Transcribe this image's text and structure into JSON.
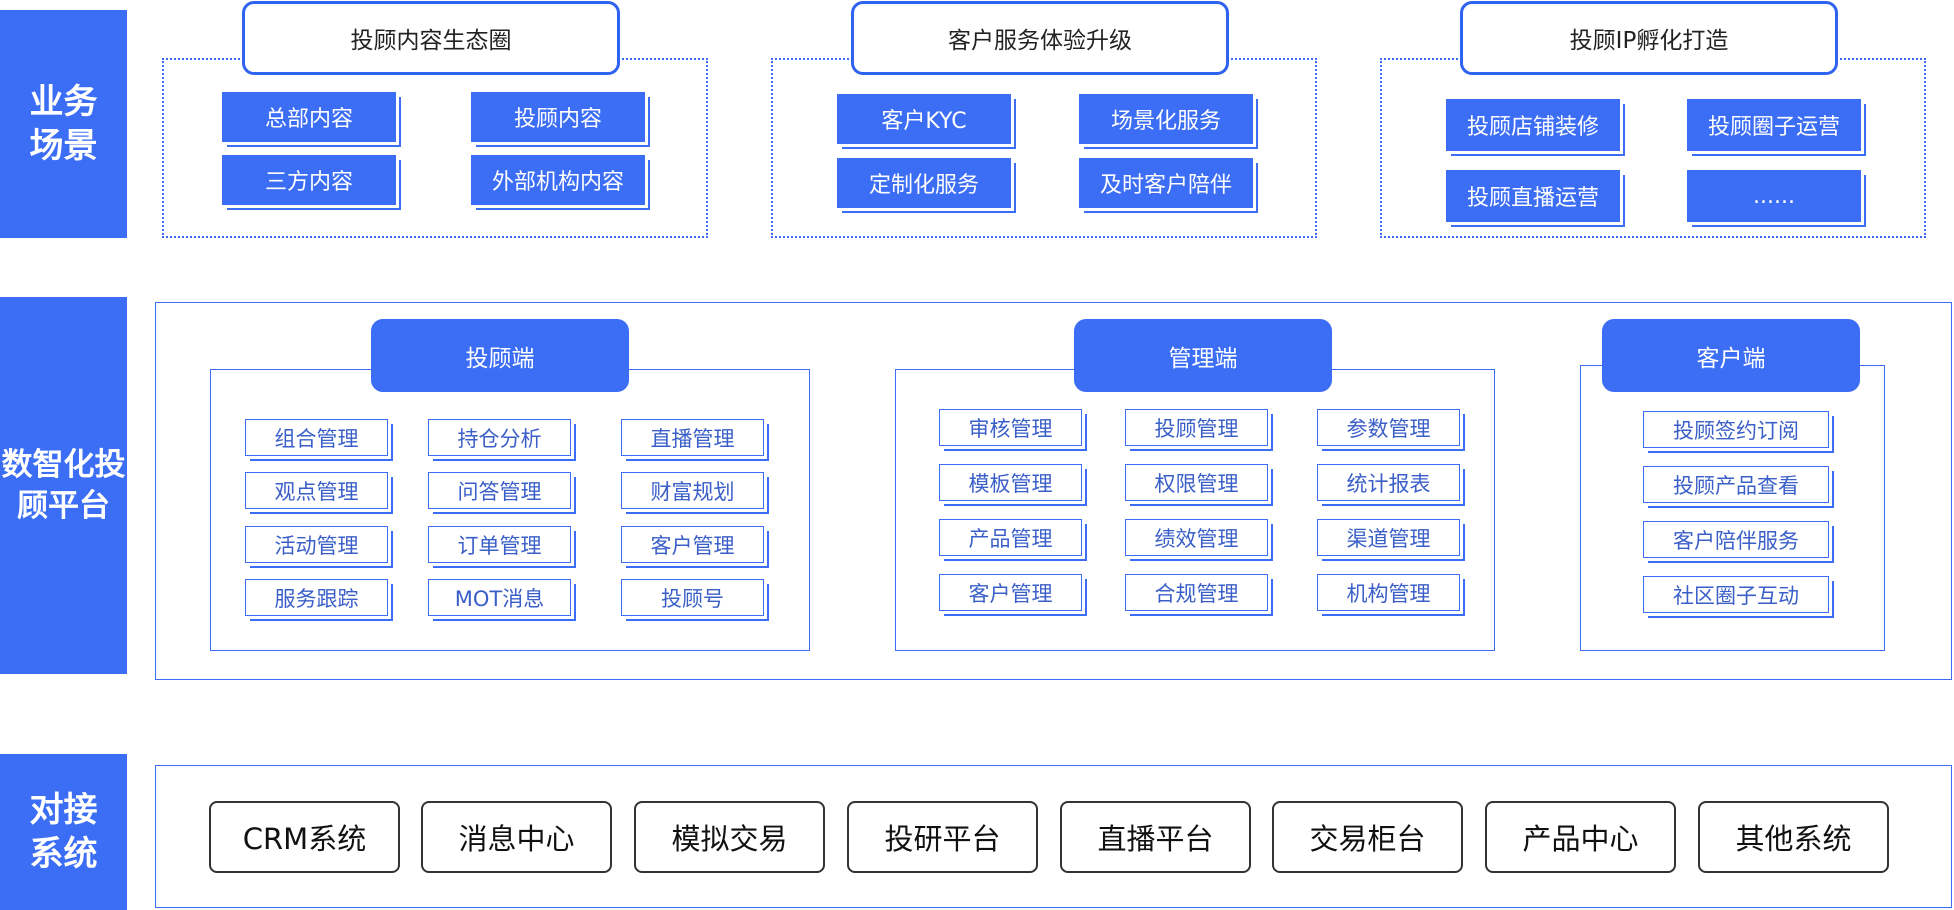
{
  "row_labels": {
    "business": "业务\n场景",
    "platform": "数智化投\n顾平台",
    "integration": "对接\n系统"
  },
  "scenarios": [
    {
      "title": "投顾内容生态圈",
      "items": [
        "总部内容",
        "投顾内容",
        "三方内容",
        "外部机构内容"
      ]
    },
    {
      "title": "客户服务体验升级",
      "items": [
        "客户KYC",
        "场景化服务",
        "定制化服务",
        "及时客户陪伴"
      ]
    },
    {
      "title": "投顾IP孵化打造",
      "items": [
        "投顾店铺装修",
        "投顾圈子运营",
        "投顾直播运营",
        "......"
      ]
    }
  ],
  "platform": [
    {
      "title": "投顾端",
      "items": [
        "组合管理",
        "持仓分析",
        "直播管理",
        "观点管理",
        "问答管理",
        "财富规划",
        "活动管理",
        "订单管理",
        "客户管理",
        "服务跟踪",
        "MOT消息",
        "投顾号"
      ]
    },
    {
      "title": "管理端",
      "items": [
        "审核管理",
        "投顾管理",
        "参数管理",
        "模板管理",
        "权限管理",
        "统计报表",
        "产品管理",
        "绩效管理",
        "渠道管理",
        "客户管理",
        "合规管理",
        "机构管理"
      ]
    },
    {
      "title": "客户端",
      "items": [
        "投顾签约订阅",
        "投顾产品查看",
        "客户陪伴服务",
        "社区圈子互动"
      ]
    }
  ],
  "systems": [
    "CRM系统",
    "消息中心",
    "模拟交易",
    "投研平台",
    "直播平台",
    "交易柜台",
    "产品中心",
    "其他系统"
  ]
}
